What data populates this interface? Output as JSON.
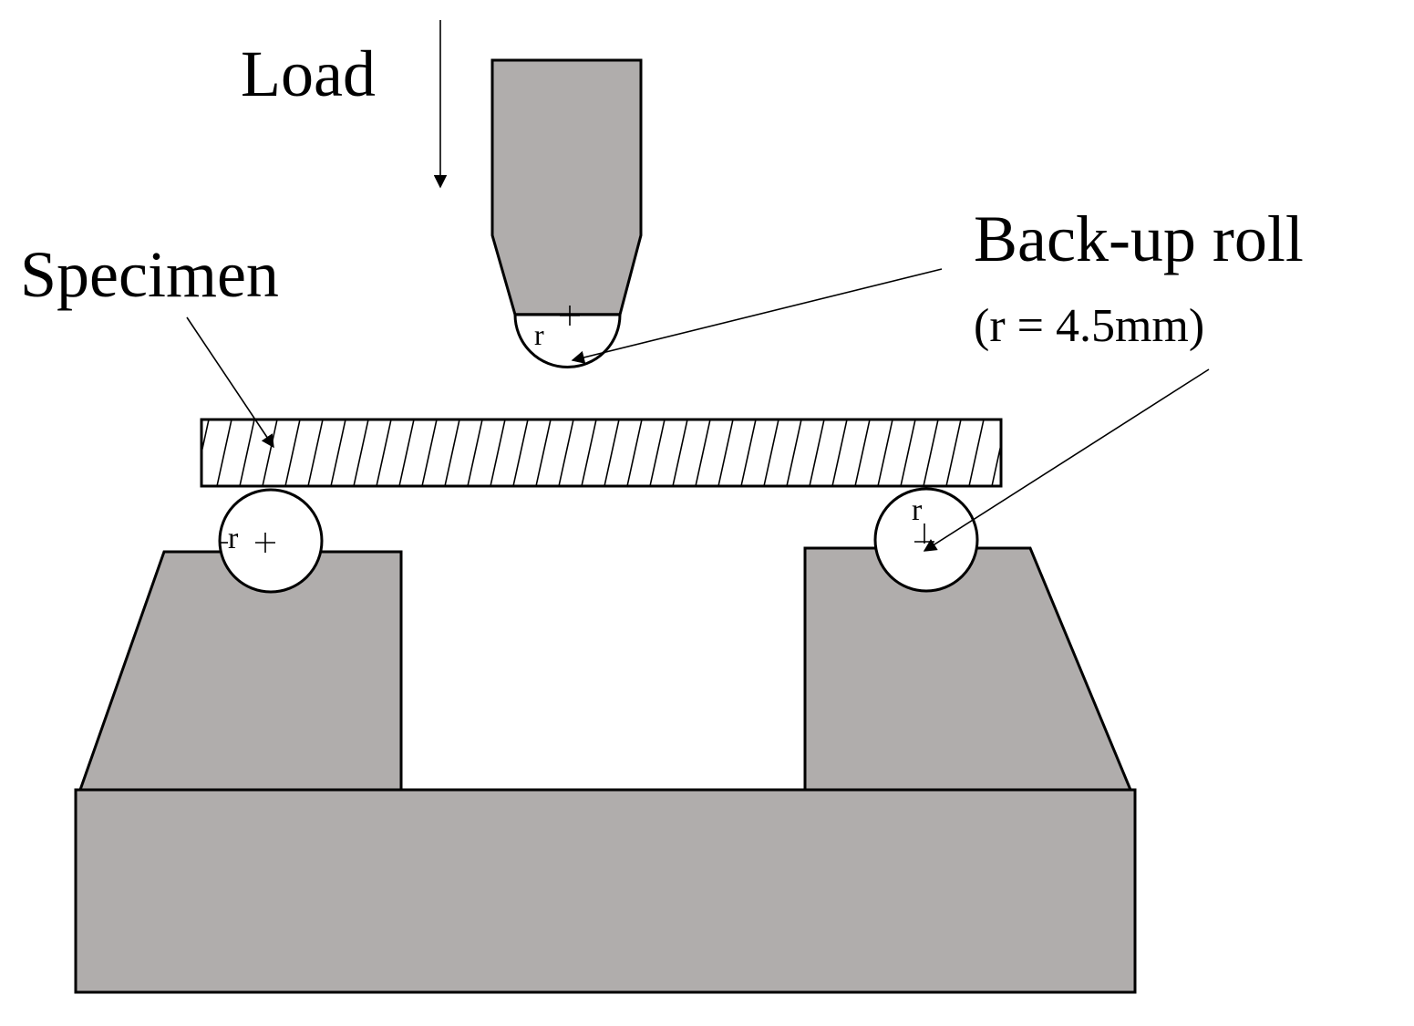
{
  "labels": {
    "load": "Load",
    "specimen": "Specimen",
    "backup_roll": "Back-up roll",
    "radius_note": "(r = 4.5mm)",
    "radius_symbol": "r"
  },
  "colors": {
    "fixture": "#b0adac",
    "outline": "#000000",
    "roll_fill": "#ffffff",
    "background": "#ffffff"
  },
  "icons": {
    "center_mark": "plus-crosshair",
    "load_arrow": "arrow-down",
    "leader_arrow": "arrow-pointer"
  }
}
